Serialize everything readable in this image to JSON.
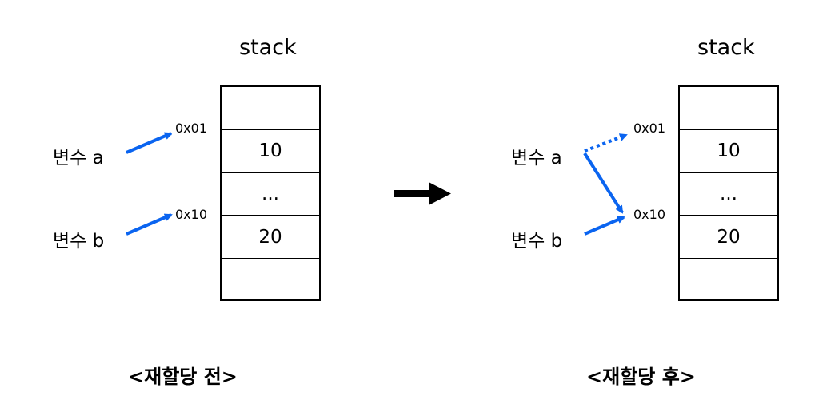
{
  "colors": {
    "pointer": "#0a64f0",
    "ink": "#000000"
  },
  "panels": [
    {
      "title": "stack",
      "cells": [
        "",
        "10",
        "...",
        "20",
        ""
      ],
      "addresses": [
        "0x01",
        "0x10"
      ],
      "variables": [
        "변수 a",
        "변수 b"
      ],
      "caption": "<재할당 전>"
    },
    {
      "title": "stack",
      "cells": [
        "",
        "10",
        "...",
        "20",
        ""
      ],
      "addresses": [
        "0x01",
        "0x10"
      ],
      "variables": [
        "변수 a",
        "변수 b"
      ],
      "caption": "<재할당 후>"
    }
  ]
}
